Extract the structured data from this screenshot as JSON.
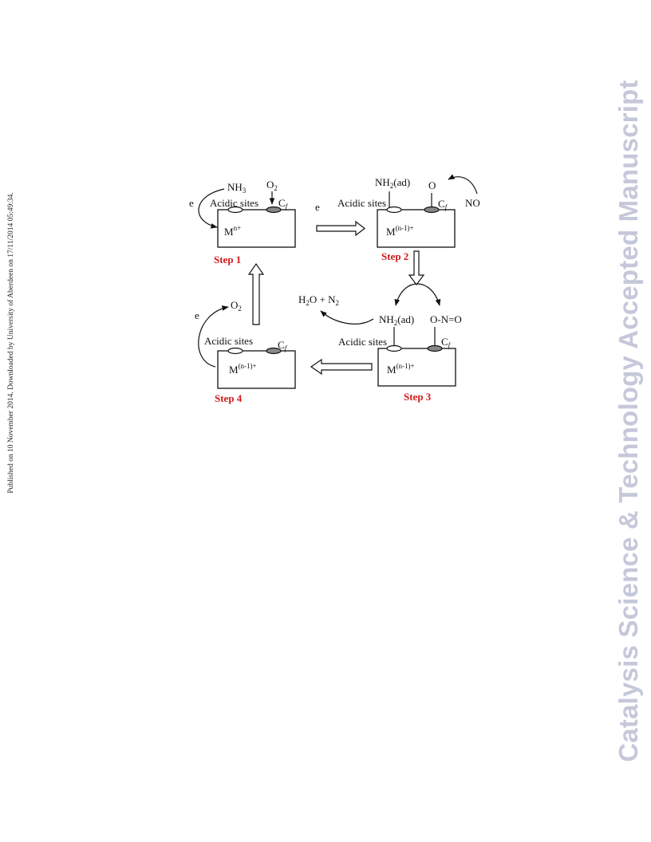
{
  "side_note": "Published on 10 November 2014. Downloaded by University of Aberdeen on 17/11/2014 05:49:34.",
  "watermark": "Catalysis Science & Technology Accepted Manuscript",
  "diagram": {
    "electron": "e",
    "acidic_sites": "Acidic sites",
    "cf_main": "C",
    "cf_sub": "f",
    "step1": {
      "label": "Step 1",
      "metal_main": "M",
      "metal_sup": "n+",
      "reactant_nh3_main": "NH",
      "reactant_nh3_sub": "3",
      "reactant_o2_main": "O",
      "reactant_o2_sub": "2"
    },
    "step2": {
      "label": "Step 2",
      "metal_main": "M",
      "metal_sup": "(n-1)+",
      "nh2_main": "NH",
      "nh2_sub": "2",
      "nh2_ad": "(ad)",
      "oxygen": "O",
      "reactant_no": "NO"
    },
    "step3": {
      "label": "Step 3",
      "metal_main": "M",
      "metal_sup": "(n-1)+",
      "nh2_main": "NH",
      "nh2_sub": "2",
      "nh2_ad": "(ad)",
      "nitrite": "O-N=O",
      "product_h2o_main": "H",
      "product_h2o_sub": "2",
      "product_h2o_rest": "O + N",
      "product_n2_sub": "2"
    },
    "step4": {
      "label": "Step 4",
      "metal_main": "M",
      "metal_sup": "(n-1)+",
      "reactant_o2_main": "O",
      "reactant_o2_sub": "2"
    }
  }
}
